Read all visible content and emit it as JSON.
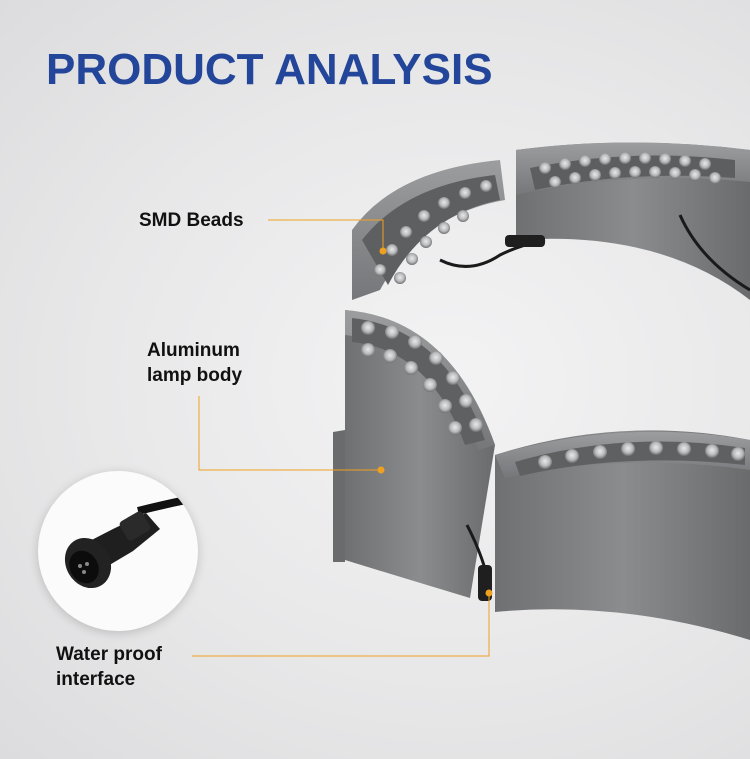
{
  "header": {
    "title": "PRODUCT ANALYSIS"
  },
  "callouts": {
    "smd": {
      "label": "SMD Beads"
    },
    "aluminum": {
      "line1": "Aluminum",
      "line2": "lamp body"
    },
    "waterproof": {
      "line1": "Water proof",
      "line2": "interface"
    }
  },
  "colors": {
    "title": "#24469a",
    "leader": "#f0a020",
    "body": "#7a7b7d",
    "background": "#e6e6e7"
  },
  "icons": {
    "product": "ring-led-lamp-illustration",
    "connector": "waterproof-connector-icon"
  }
}
